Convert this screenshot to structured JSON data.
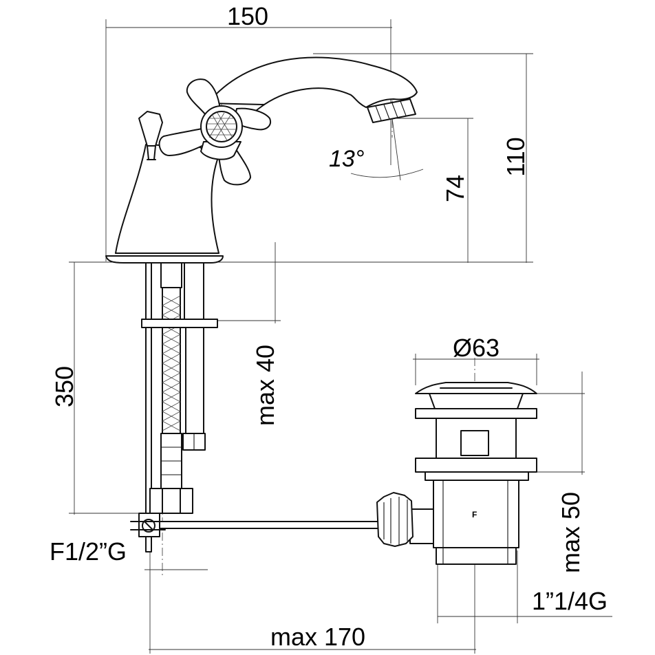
{
  "dimensions": {
    "width_top": "150",
    "height_total": "110",
    "spout_height": "74",
    "spout_angle": "13°",
    "hose_length": "350",
    "deck_thickness": "max 40",
    "waste_diameter": "Ø63",
    "waste_height": "max 50",
    "waste_thread": "1”1/4G",
    "supply_thread": "F1/2”G",
    "rod_length": "max 170"
  },
  "marks": {
    "waste_letter": "F"
  }
}
